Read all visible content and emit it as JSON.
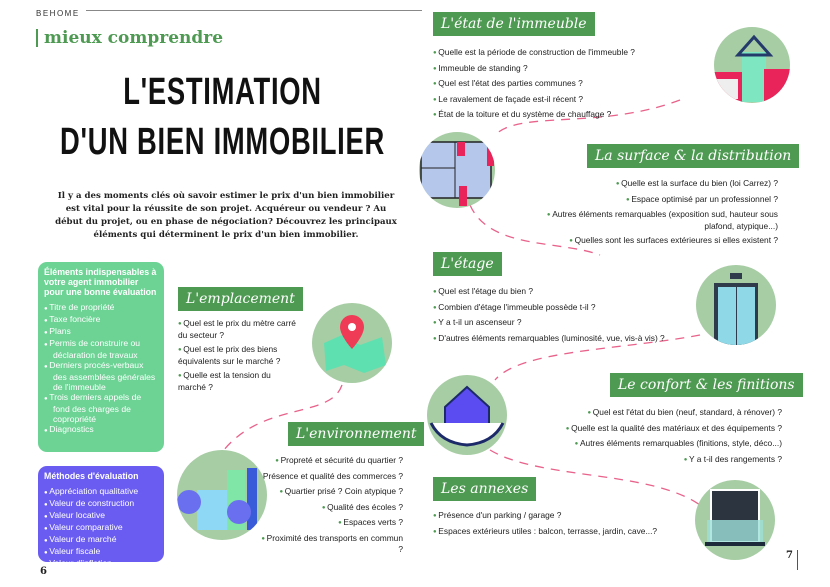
{
  "brand": "BEHOME",
  "rubric": "mieux comprendre",
  "title": [
    "L'ESTIMATION",
    "D'UN BIEN IMMOBILIER"
  ],
  "intro": "Il y a des moments clés où savoir estimer le prix d'un bien immobilier est vital pour la réussite de son projet. Acquéreur ou vendeur ? Au début du projet, ou en phase de négociation? Découvrez les principaux éléments qui déterminent le prix d'un bien immobilier.",
  "colors": {
    "green": "#4e9a52",
    "light_green": "#6cd394",
    "purple": "#6a5cf1",
    "pink": "#e8628b",
    "circle": "#a7cda4"
  },
  "agent_box": {
    "title": "Éléments indispensables à votre agent immobilier pour une bonne évaluation",
    "items": [
      "Titre de propriété",
      "Taxe foncière",
      "Plans",
      "Permis de construire ou déclaration de travaux",
      "Derniers procés-verbaux des assemblées générales de l'immeuble",
      "Trois derniers appels de fond des charges de copropriété",
      "Diagnostics"
    ]
  },
  "methods_box": {
    "title": "Méthodes d'évaluation",
    "items": [
      "Appréciation qualitative",
      "Valeur de construction",
      "Valeur locative",
      "Valeur comparative",
      "Valeur de marché",
      "Valeur fiscale",
      "Valeur d'inflation"
    ]
  },
  "sections": {
    "emplacement": {
      "title": "L'emplacement",
      "items": [
        "Quel est le prix du mètre carré du secteur ?",
        "Quel est le prix des biens équivalents sur le marché ?",
        "Quelle est la tension du marché ?"
      ]
    },
    "environnement": {
      "title": "L'environnement",
      "items": [
        "Propreté et sécurité du quartier ?",
        "Présence et qualité des commerces ?",
        "Quartier prisé ? Coin atypique ?",
        "Qualité des écoles ?",
        "Espaces verts ?",
        "Proximité des transports en commun ?"
      ]
    },
    "etat": {
      "title": "L'état de l'immeuble",
      "items": [
        "Quelle est la période de construction de l'immeuble ?",
        "Immeuble de standing ?",
        "Quel est l'état des parties communes ?",
        "Le ravalement de façade est-il récent ?",
        "État de la toiture et du système de chauffage ?"
      ]
    },
    "surface": {
      "title": "La surface & la distribution",
      "items": [
        "Quelle est la surface du bien (loi Carrez) ?",
        "Espace optimisé par un professionnel ?",
        "Autres éléments remarquables (exposition sud, hauteur sous plafond, atypique...)",
        "Quelles sont les surfaces extérieures si elles existent ?"
      ]
    },
    "etage": {
      "title": "L'étage",
      "items": [
        "Quel est l'étage du bien ?",
        "Combien d'étage l'immeuble possède t-il ?",
        "Y a t-il un ascenseur ?",
        "D'autres éléments remarquables (luminosité, vue, vis-à vis) ?"
      ]
    },
    "confort": {
      "title": "Le confort & les finitions",
      "items": [
        "Quel est l'état du bien (neuf, standard, à rénover) ?",
        "Quelle est la qualité des matériaux et des équipements ?",
        "Autres éléments remarquables (finitions, style, déco...)",
        "Y a t-il des rangements ?"
      ]
    },
    "annexes": {
      "title": "Les annexes",
      "items": [
        "Présence d'un parking / garage ?",
        "Espaces extérieurs utiles : balcon, terrasse, jardin, cave...?"
      ]
    }
  },
  "page_numbers": [
    "6",
    "7"
  ]
}
